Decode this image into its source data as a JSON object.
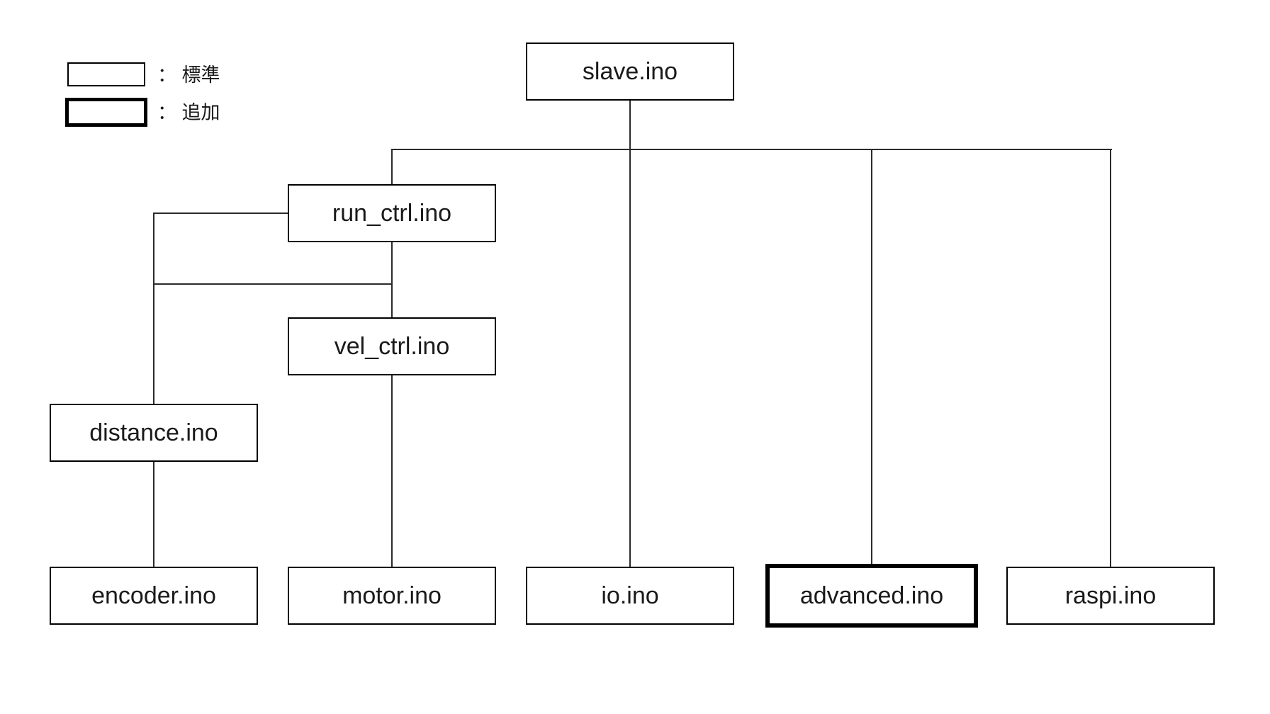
{
  "legend": {
    "items": [
      {
        "box_style": "standard",
        "text": "： 標準"
      },
      {
        "box_style": "added",
        "text": "： 追加"
      }
    ]
  },
  "nodes": {
    "slave": {
      "label": "slave.ino",
      "type": "standard"
    },
    "run_ctrl": {
      "label": "run_ctrl.ino",
      "type": "standard"
    },
    "vel_ctrl": {
      "label": "vel_ctrl.ino",
      "type": "standard"
    },
    "distance": {
      "label": "distance.ino",
      "type": "standard"
    },
    "encoder": {
      "label": "encoder.ino",
      "type": "standard"
    },
    "motor": {
      "label": "motor.ino",
      "type": "standard"
    },
    "io": {
      "label": "io.ino",
      "type": "standard"
    },
    "advanced": {
      "label": "advanced.ino",
      "type": "added"
    },
    "raspi": {
      "label": "raspi.ino",
      "type": "standard"
    }
  },
  "connections": [
    {
      "from": "slave.ino",
      "to": "run_ctrl.ino"
    },
    {
      "from": "slave.ino",
      "to": "io.ino"
    },
    {
      "from": "slave.ino",
      "to": "advanced.ino"
    },
    {
      "from": "slave.ino",
      "to": "raspi.ino"
    },
    {
      "from": "run_ctrl.ino",
      "to": "distance.ino"
    },
    {
      "from": "run_ctrl.ino",
      "to": "vel_ctrl.ino"
    },
    {
      "from": "vel_ctrl.ino",
      "to": "motor.ino"
    },
    {
      "from": "distance.ino",
      "to": "encoder.ino"
    }
  ],
  "colors": {
    "background": "#ffffff",
    "line": "#2b2b2b",
    "border": "#000000",
    "text": "#1a1a1a"
  }
}
